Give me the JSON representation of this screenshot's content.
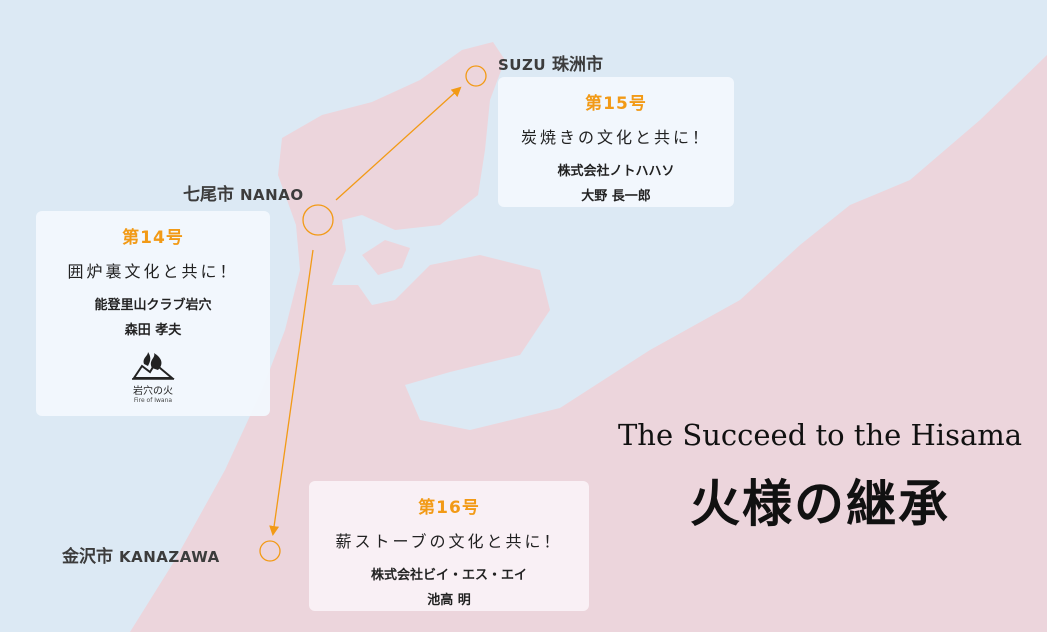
{
  "colors": {
    "sea": "#dce9f4",
    "land": "#ecd5dc",
    "accent": "#f29a16",
    "card_blue": "#f2f8fd",
    "card_pink": "#faf1f5"
  },
  "cities": {
    "suzu": {
      "jp": "珠洲市",
      "en": "SUZU"
    },
    "nanao": {
      "jp": "七尾市",
      "en": "NANAO"
    },
    "kanazawa": {
      "jp": "金沢市",
      "en": "KANAZAWA"
    }
  },
  "cards": {
    "no14": {
      "number": "第14号",
      "theme": "囲炉裏文化と共に！",
      "org": "能登里山クラブ岩穴",
      "person": "森田 孝夫",
      "logo": {
        "main": "岩穴の火",
        "sub": "Fire of Iwana"
      }
    },
    "no15": {
      "number": "第15号",
      "theme": "炭焼きの文化と共に！",
      "org": "株式会社ノトハハソ",
      "person": "大野 長一郎"
    },
    "no16": {
      "number": "第16号",
      "theme": "薪ストーブの文化と共に！",
      "org": "株式会社ビイ・エス・エイ",
      "person": "池高 明"
    }
  },
  "title": {
    "en": "The Succeed to the Hisama",
    "jp": "火様の継承"
  }
}
